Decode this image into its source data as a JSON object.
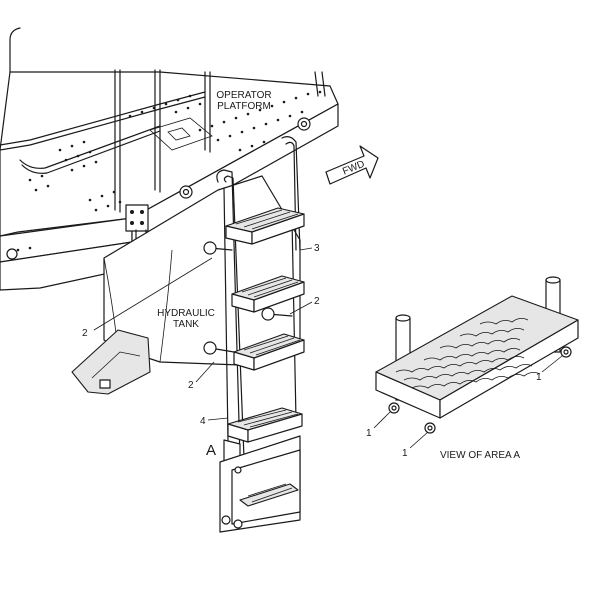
{
  "labels": {
    "operator_platform_line1": "OPERATOR",
    "operator_platform_line2": "PLATFORM",
    "hydraulic_tank_line1": "HYDRAULIC",
    "hydraulic_tank_line2": "TANK",
    "fwd": "FWD",
    "area_marker": "A",
    "view_caption": "VIEW OF AREA A"
  },
  "callouts": {
    "c3": "3",
    "c2_right": "2",
    "c2_left": "2",
    "c2_bottom": "2",
    "c4": "4",
    "d1_right": "1",
    "d1_left": "1",
    "d1_bottom": "1"
  }
}
